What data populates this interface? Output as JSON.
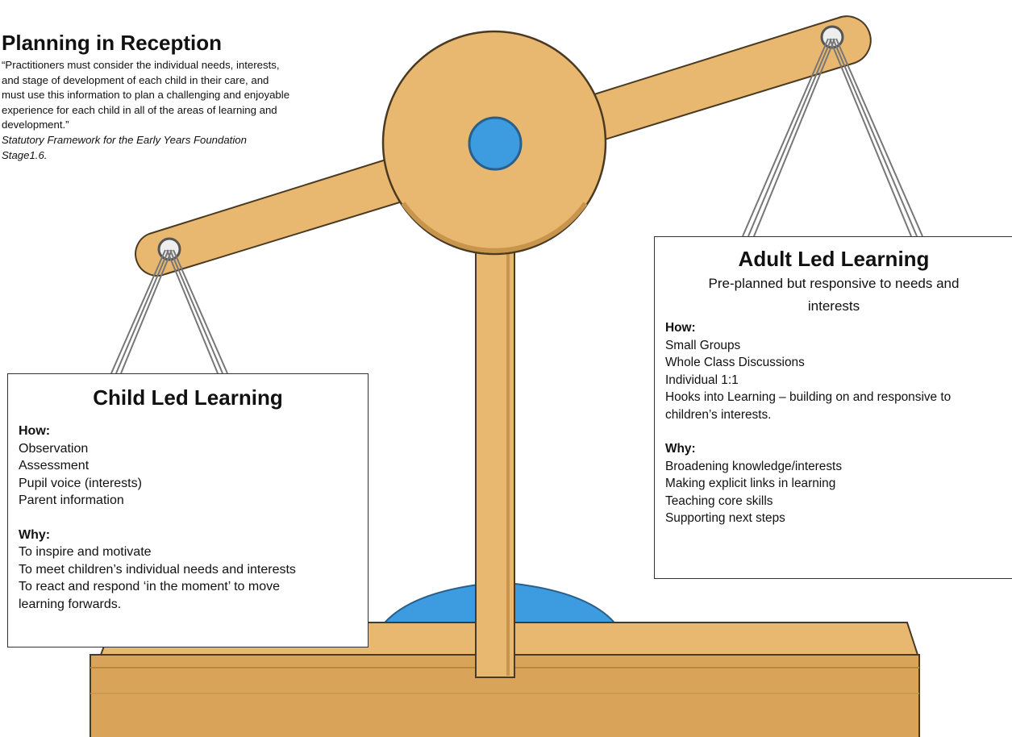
{
  "intro": {
    "title": "Planning in Reception",
    "quote_lines": [
      "“Practitioners must consider the individual  needs, interests,",
      "and stage of development of each child in their care, and",
      "must use this information to plan a challenging and enjoyable",
      "experience for each child in all of the areas of learning and",
      "development.”"
    ],
    "citation_lines": [
      "Statutory Framework for the Early Years Foundation",
      "Stage1.6."
    ]
  },
  "child_led": {
    "title": "Child Led Learning",
    "how_label": "How:",
    "how_items": [
      "Observation",
      "Assessment",
      "Pupil voice (interests)",
      "Parent information"
    ],
    "why_label": "Why:",
    "why_items": [
      "To inspire and motivate",
      "To meet children’s individual needs and interests",
      "To react and respond ‘in the moment’ to move",
      "learning forwards."
    ]
  },
  "adult_led": {
    "title": "Adult Led Learning",
    "subtitle_lines": [
      "Pre-planned but responsive to needs and",
      "interests"
    ],
    "how_label": "How:",
    "how_items": [
      "Small Groups",
      "Whole Class Discussions",
      "Individual 1:1",
      "Hooks into Learning – building on and responsive to",
      "children’s interests."
    ],
    "why_label": "Why:",
    "why_items": [
      "Broadening knowledge/interests",
      "Making explicit links in learning",
      "Teaching core skills",
      "Supporting next steps"
    ]
  },
  "colors": {
    "wood": "#E9B870",
    "wood_dark": "#B98838",
    "outline": "#4a3a22",
    "blue": "#3D9BE0",
    "rope": "#777777"
  }
}
